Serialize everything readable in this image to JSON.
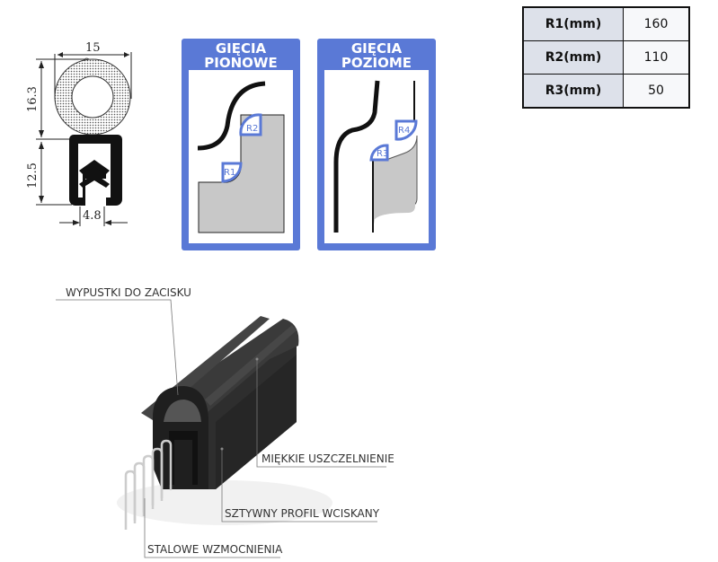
{
  "profile_drawing": {
    "dimensions": {
      "width": "15",
      "top_height": "16.3",
      "bottom_height": "12.5",
      "gap": "4.8"
    }
  },
  "bend_panels": [
    {
      "title_line1": "GIĘCIA",
      "title_line2": "PIONOWE",
      "radii": [
        "R1",
        "R2"
      ]
    },
    {
      "title_line1": "GIĘCIA",
      "title_line2": "POZIOME",
      "radii": [
        "R3",
        "R4"
      ]
    }
  ],
  "radius_table": [
    {
      "label": "R1(mm)",
      "value": "160"
    },
    {
      "label": "R2(mm)",
      "value": "110"
    },
    {
      "label": "R3(mm)",
      "value": "50"
    }
  ],
  "product_labels": {
    "clamp_tabs": "WYPUSTKI DO ZACISKU",
    "soft_seal": "MIĘKKIE USZCZELNIENIE",
    "rigid_profile": "SZTYWNY PROFIL WCISKANY",
    "steel_reinforcement": "STALOWE WZMOCNIENIA"
  },
  "colors": {
    "panel_blue": "#5a79d6",
    "panel_fill": "#c8c8c8",
    "rubber": "#2a2a2a"
  }
}
